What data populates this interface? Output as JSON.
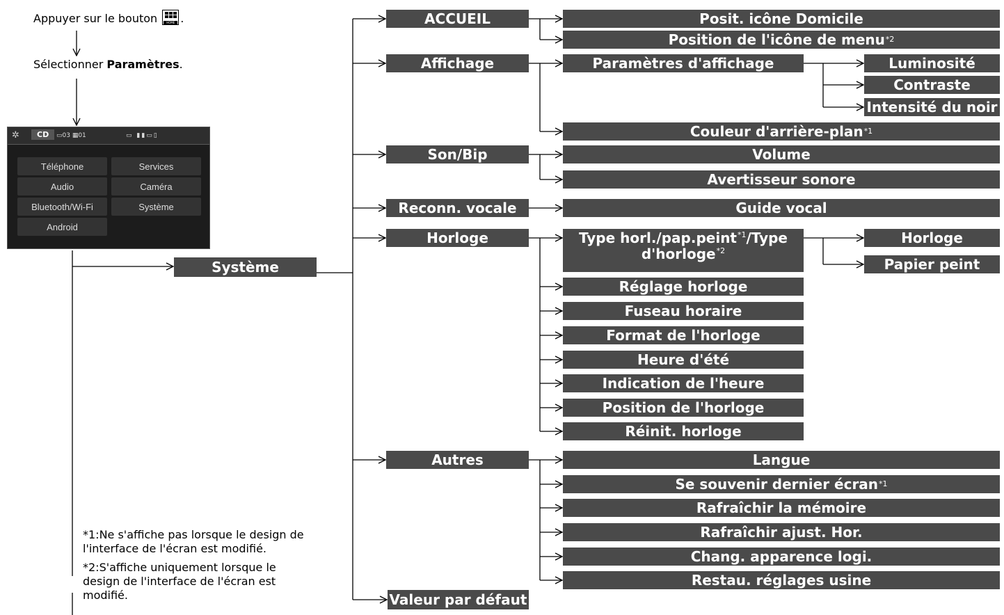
{
  "instructions": {
    "step1_prefix": "Appuyer sur le bouton",
    "step1_suffix": ".",
    "home_icon_label": "HOME",
    "step2_prefix": "Sélectionner",
    "step2_bold": "Paramètres",
    "step2_suffix": "."
  },
  "screen": {
    "source": "CD",
    "status": "▭03  ▦01",
    "status_icons": "▭  ▮▮▭▯",
    "buttons": [
      "Téléphone",
      "Services",
      "Audio",
      "Caméra",
      "Bluetooth/Wi-Fi",
      "Système",
      "Android"
    ]
  },
  "menu": {
    "root": "Système",
    "level1": [
      "ACCUEIL",
      "Affichage",
      "Son/Bip",
      "Reconn. vocale",
      "Horloge",
      "Autres",
      "Valeur par défaut"
    ],
    "accueil": [
      "Posit. icône Domicile",
      "Position de l'icône de menu"
    ],
    "affichage": [
      "Paramètres d'affichage",
      "Couleur d'arrière-plan"
    ],
    "affichage_params": [
      "Luminosité",
      "Contraste",
      "Intensité du noir"
    ],
    "son": [
      "Volume",
      "Avertisseur sonore"
    ],
    "reconn": [
      "Guide vocal"
    ],
    "horloge_type_a": "Type horl./pap.peint",
    "horloge_type_b": "/Type d'horloge",
    "horloge": [
      "Réglage horloge",
      "Fuseau horaire",
      "Format de l'horloge",
      "Heure d'été",
      "Indication de l'heure",
      "Position de l'horloge",
      "Réinit. horloge"
    ],
    "horloge_type": [
      "Horloge",
      "Papier peint"
    ],
    "autres": [
      "Langue",
      "Se souvenir dernier écran",
      "Rafraîchir la mémoire",
      "Rafraîchir ajust. Hor.",
      "Chang. apparence logi.",
      "Restau. réglages usine"
    ]
  },
  "footnotes": {
    "mark1": "*1",
    "mark2": "*2",
    "note1": "*1:Ne s'affiche pas lorsque le design de l'interface de l'écran est modifié.",
    "note2": "*2:S'affiche uniquement lorsque le design de l'interface de l'écran est modifié."
  },
  "colors": {
    "box_bg": "#4a4a4a",
    "box_text": "#ffffff",
    "line": "#000000"
  }
}
